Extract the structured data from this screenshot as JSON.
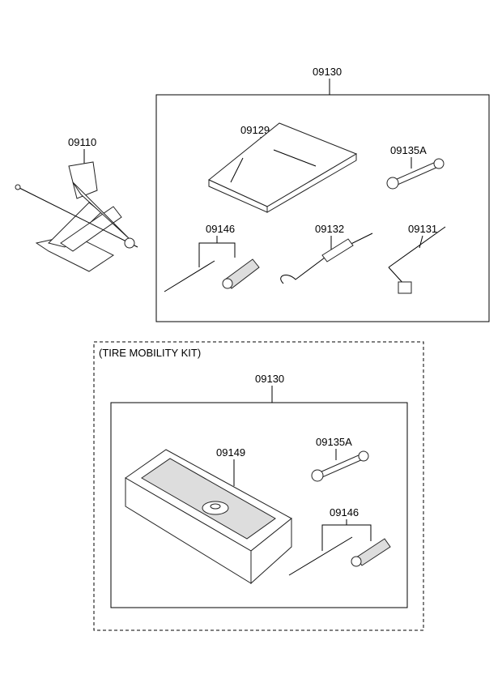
{
  "title": "Tool Kit Parts Diagram",
  "labels": {
    "tool_set_top": "09130",
    "jack": "09110",
    "tool_case": "09129",
    "spanner_top": "09135A",
    "screwdriver_top": "09146",
    "jack_handle": "09132",
    "wheel_wrench": "09131",
    "tire_mobility_kit": "(TIRE MOBILITY KIT)",
    "tool_set_bottom": "09130",
    "tray": "09149",
    "spanner_bottom": "09135A",
    "screwdriver_bottom": "09146"
  }
}
